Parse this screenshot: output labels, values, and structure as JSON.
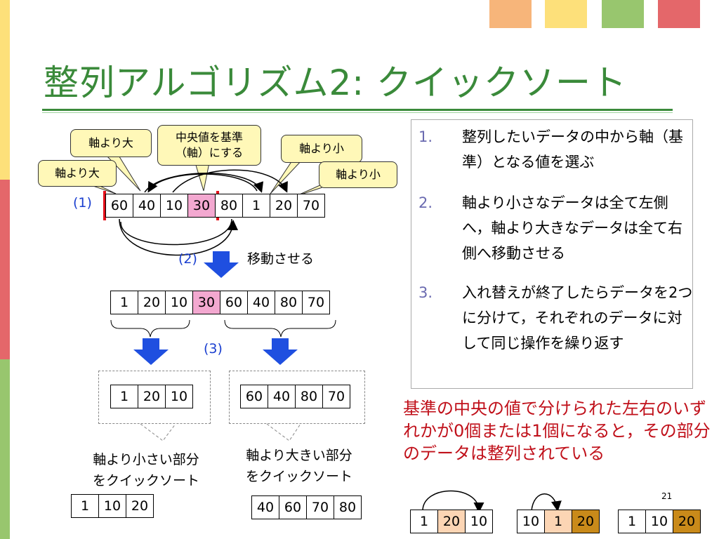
{
  "title": "整列アルゴリズム2: クイックソート",
  "callouts": {
    "pivot": "中央値を基準\n（軸）にする",
    "larger_1": "軸より大",
    "larger_2": "軸より大",
    "smaller_1": "軸より小",
    "smaller_2": "軸より小"
  },
  "labels": {
    "step1": "(1)",
    "step2": "(2)",
    "step3": "(3)",
    "move": "移動させる",
    "left_sort": "軸より小さい部分\nをクイックソート",
    "right_sort": "軸より大きい部分\nをクイックソート"
  },
  "arrays": {
    "initial": [
      "60",
      "40",
      "10",
      "30",
      "80",
      "1",
      "20",
      "70"
    ],
    "after_move": [
      "1",
      "20",
      "10",
      "30",
      "60",
      "40",
      "80",
      "70"
    ],
    "left_part": [
      "1",
      "20",
      "10"
    ],
    "right_part": [
      "60",
      "40",
      "80",
      "70"
    ],
    "left_sorted": [
      "1",
      "10",
      "20"
    ],
    "right_sorted": [
      "40",
      "60",
      "70",
      "80"
    ],
    "mini_1": [
      "1",
      "20",
      "10"
    ],
    "mini_2": [
      "10",
      "1",
      "20"
    ],
    "mini_3": [
      "1",
      "10",
      "20"
    ]
  },
  "steps": [
    {
      "num": "1.",
      "text": "整列したいデータの中から軸（基準）となる値を選ぶ"
    },
    {
      "num": "2.",
      "text": "軸より小さなデータは全て左側へ，軸より大きなデータは全て右側へ移動させる"
    },
    {
      "num": "3.",
      "text": "入れ替えが終了したらデータを2つに分けて，それぞれのデータに対して同じ操作を繰り返す"
    }
  ],
  "note": "基準の中央の値で分けられた左右のいずれかが0個または1個になると，その部分のデータは整列されている",
  "page_number": "21",
  "colors": {
    "title_green": "#3a8a3a",
    "pivot_pink": "#f3a8d0",
    "note_red": "#c0101a",
    "arrow_blue": "#1f4fe0",
    "callout_yellow": "#fff8b8",
    "light_orange": "#fcd5b4",
    "dark_orange": "#c98a1a"
  }
}
